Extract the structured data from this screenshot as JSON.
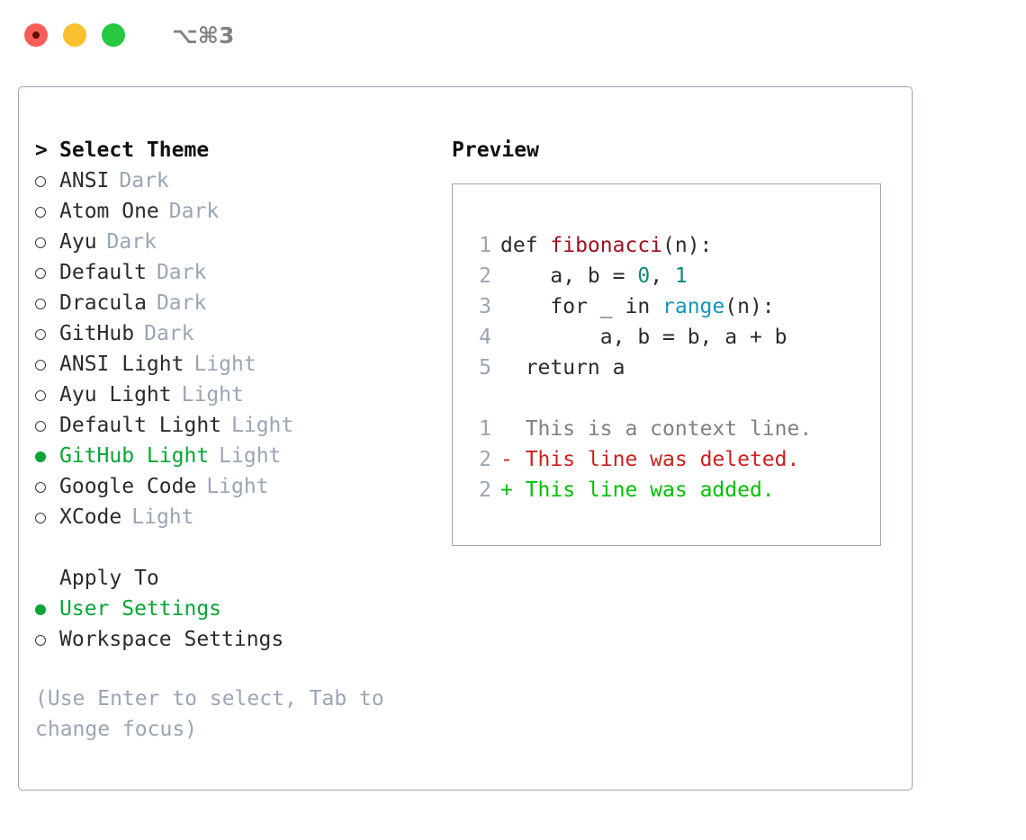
{
  "window": {
    "shortcut": "⌥⌘3",
    "lights": [
      "close",
      "minimize",
      "maximize"
    ]
  },
  "theme_picker": {
    "caret": ">",
    "header": "Select Theme",
    "items": [
      {
        "name": "ANSI",
        "variant": "Dark",
        "selected": false
      },
      {
        "name": "Atom One",
        "variant": "Dark",
        "selected": false
      },
      {
        "name": "Ayu",
        "variant": "Dark",
        "selected": false
      },
      {
        "name": "Default",
        "variant": "Dark",
        "selected": false
      },
      {
        "name": "Dracula",
        "variant": "Dark",
        "selected": false
      },
      {
        "name": "GitHub",
        "variant": "Dark",
        "selected": false
      },
      {
        "name": "ANSI Light",
        "variant": "Light",
        "selected": false
      },
      {
        "name": "Ayu Light",
        "variant": "Light",
        "selected": false
      },
      {
        "name": "Default Light",
        "variant": "Light",
        "selected": false
      },
      {
        "name": "GitHub Light",
        "variant": "Light",
        "selected": true
      },
      {
        "name": "Google Code",
        "variant": "Light",
        "selected": false
      },
      {
        "name": "XCode",
        "variant": "Light",
        "selected": false
      }
    ]
  },
  "apply_to": {
    "header": "Apply To",
    "options": [
      {
        "label": "User Settings",
        "selected": true
      },
      {
        "label": "Workspace Settings",
        "selected": false
      }
    ]
  },
  "hint": "(Use Enter to select, Tab to change focus)",
  "preview": {
    "title": "Preview",
    "code_lines": [
      {
        "no": "1",
        "segments": [
          {
            "text": "def ",
            "tok": "plain"
          },
          {
            "text": "fibonacci",
            "tok": "fn"
          },
          {
            "text": "(n):",
            "tok": "plain"
          }
        ]
      },
      {
        "no": "2",
        "segments": [
          {
            "text": "    a, b = ",
            "tok": "plain"
          },
          {
            "text": "0",
            "tok": "num"
          },
          {
            "text": ", ",
            "tok": "plain"
          },
          {
            "text": "1",
            "tok": "num"
          }
        ]
      },
      {
        "no": "3",
        "segments": [
          {
            "text": "    for _ in ",
            "tok": "plain"
          },
          {
            "text": "range",
            "tok": "call"
          },
          {
            "text": "(n):",
            "tok": "plain"
          }
        ]
      },
      {
        "no": "4",
        "segments": [
          {
            "text": "        a, b = b, a + b",
            "tok": "plain"
          }
        ]
      },
      {
        "no": "5",
        "segments": [
          {
            "text": "  return a",
            "tok": "plain"
          }
        ]
      }
    ],
    "diff_lines": [
      {
        "no": "1",
        "marker": "  ",
        "text": "This is a context line.",
        "tok": "ctx"
      },
      {
        "no": "2",
        "marker": "- ",
        "text": "This line was deleted.",
        "tok": "del"
      },
      {
        "no": "2",
        "marker": "+ ",
        "text": "This line was added.",
        "tok": "add"
      }
    ]
  },
  "colors": {
    "accent_green": "#06a536",
    "muted": "#9aa5b5",
    "border": "#9aa5b5",
    "text": "#2b2b2b",
    "diff_added": "#00c000",
    "diff_deleted": "#cc2020",
    "diff_context": "#808080",
    "syntax_function": "#9e1020",
    "syntax_builtin": "#1593bc",
    "syntax_number": "#0b8a7a",
    "light_red": "#fa5d57",
    "light_yellow": "#fcbf2d",
    "light_green": "#28c840"
  }
}
